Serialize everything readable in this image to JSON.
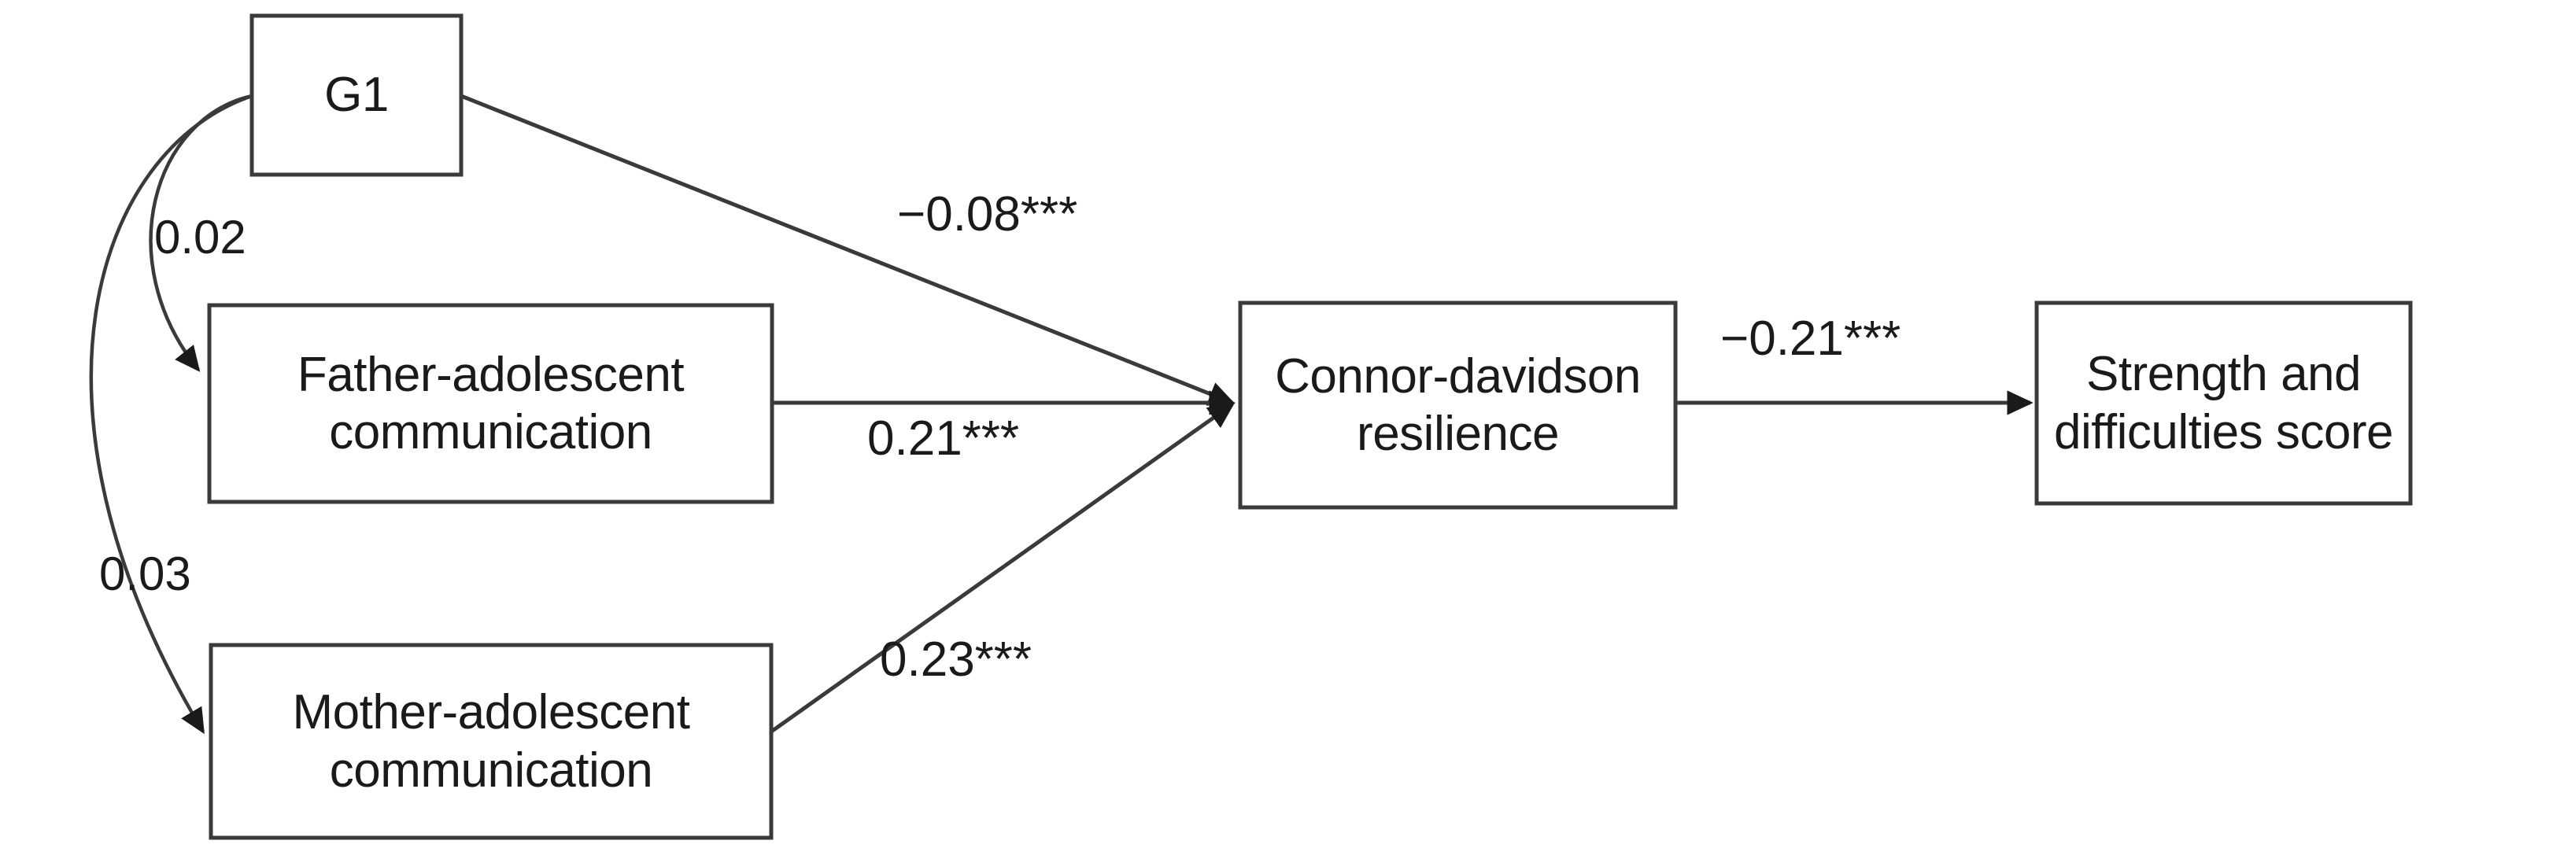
{
  "diagram": {
    "type": "path-diagram",
    "background_color": "#ffffff",
    "line_color": "#3a3a3a",
    "text_color": "#1a1a1a",
    "nodes": [
      {
        "id": "g1",
        "label": "G1",
        "lines": [
          "G1"
        ]
      },
      {
        "id": "father",
        "label": "Father-adolescent communication",
        "lines": [
          "Father-adolescent",
          "communication"
        ]
      },
      {
        "id": "mother",
        "label": "Mother-adolescent communication",
        "lines": [
          "Mother-adolescent",
          "communication"
        ]
      },
      {
        "id": "resilience",
        "label": "Connor-davidson resilience",
        "lines": [
          "Connor-davidson",
          "resilience"
        ]
      },
      {
        "id": "sdq",
        "label": "Strength and difficulties score",
        "lines": [
          "Strength and",
          "difficulties score"
        ]
      }
    ],
    "edges": [
      {
        "id": "g1-father",
        "from": "g1",
        "to": "father",
        "label": "0.02",
        "style": "curved"
      },
      {
        "id": "g1-mother",
        "from": "g1",
        "to": "mother",
        "label": "0.03",
        "style": "curved"
      },
      {
        "id": "g1-resilience",
        "from": "g1",
        "to": "resilience",
        "label": "−0.08***",
        "style": "straight"
      },
      {
        "id": "father-resilience",
        "from": "father",
        "to": "resilience",
        "label": "0.21***",
        "style": "straight"
      },
      {
        "id": "mother-resilience",
        "from": "mother",
        "to": "resilience",
        "label": "0.23***",
        "style": "straight"
      },
      {
        "id": "resilience-sdq",
        "from": "resilience",
        "to": "sdq",
        "label": "−0.21***",
        "style": "straight"
      }
    ]
  }
}
